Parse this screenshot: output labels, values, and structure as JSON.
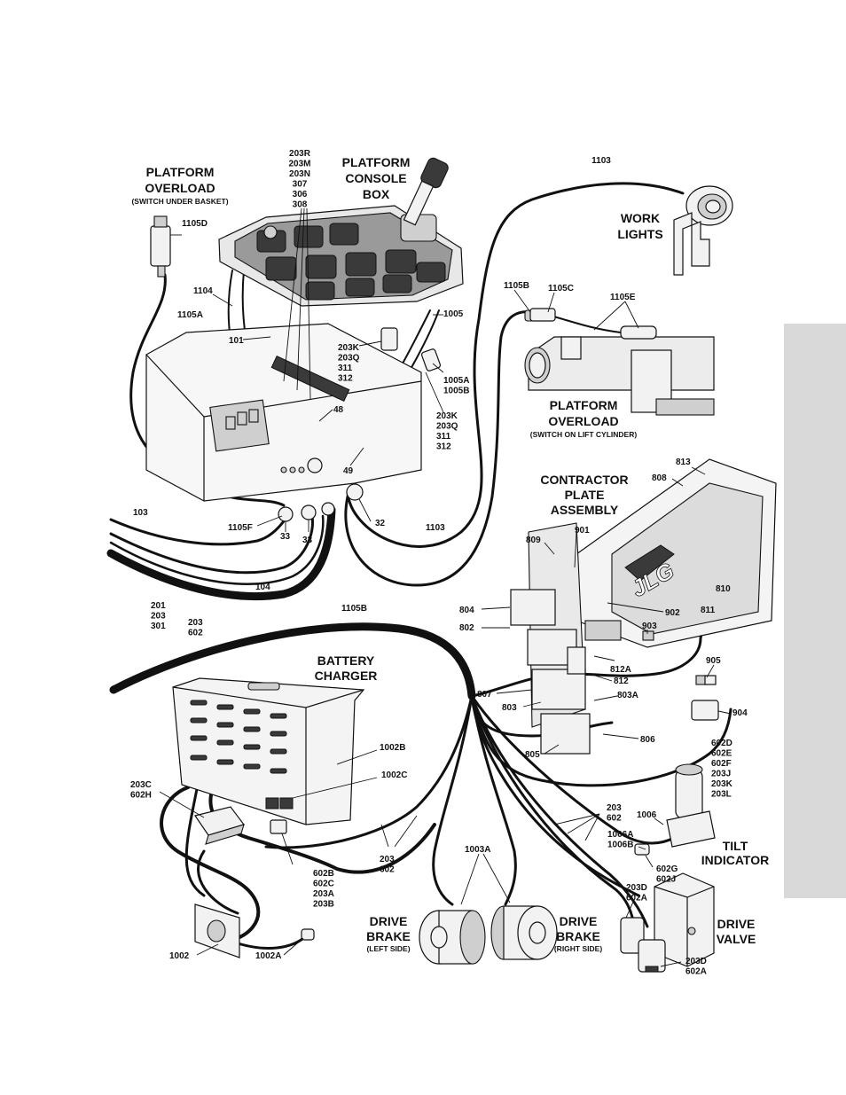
{
  "titles": {
    "platform_overload_top": [
      "PLATFORM",
      "OVERLOAD"
    ],
    "platform_overload_top_note": "(SWITCH UNDER BASKET)",
    "platform_console_box": [
      "PLATFORM",
      "CONSOLE",
      "BOX"
    ],
    "work_lights": [
      "WORK",
      "LIGHTS"
    ],
    "platform_overload_cyl": [
      "PLATFORM",
      "OVERLOAD"
    ],
    "platform_overload_cyl_note": "(SWITCH ON LIFT CYLINDER)",
    "contractor_plate": [
      "CONTRACTOR",
      "PLATE",
      "ASSEMBLY"
    ],
    "battery_charger": [
      "BATTERY",
      "CHARGER"
    ],
    "tilt_indicator": [
      "TILT",
      "INDICATOR"
    ],
    "drive_brake_left": [
      "DRIVE",
      "BRAKE"
    ],
    "drive_brake_left_note": "(LEFT SIDE)",
    "drive_brake_right": [
      "DRIVE",
      "BRAKE"
    ],
    "drive_brake_right_note": "(RIGHT SIDE)",
    "drive_valve": [
      "DRIVE",
      "VALVE"
    ],
    "brand_logo": "JLG"
  },
  "callouts": [
    {
      "id": "c-203r",
      "lines": [
        "203R",
        "203M",
        "203N",
        "307",
        "306",
        "308"
      ]
    },
    {
      "id": "c-1103-top",
      "lines": [
        "1103"
      ]
    },
    {
      "id": "c-1105d",
      "lines": [
        "1105D"
      ]
    },
    {
      "id": "c-1104",
      "lines": [
        "1104"
      ]
    },
    {
      "id": "c-1105a",
      "lines": [
        "1105A"
      ]
    },
    {
      "id": "c-101",
      "lines": [
        "101"
      ]
    },
    {
      "id": "c-1005",
      "lines": [
        "1005"
      ]
    },
    {
      "id": "c-203k-a",
      "lines": [
        "203K",
        "203Q",
        "311",
        "312"
      ]
    },
    {
      "id": "c-1005a",
      "lines": [
        "1005A",
        "1005B"
      ]
    },
    {
      "id": "c-203k-b",
      "lines": [
        "203K",
        "203Q",
        "311",
        "312"
      ]
    },
    {
      "id": "c-48",
      "lines": [
        "48"
      ]
    },
    {
      "id": "c-49",
      "lines": [
        "49"
      ]
    },
    {
      "id": "c-1105b-top",
      "lines": [
        "1105B"
      ]
    },
    {
      "id": "c-1105c",
      "lines": [
        "1105C"
      ]
    },
    {
      "id": "c-1105e",
      "lines": [
        "1105E"
      ]
    },
    {
      "id": "c-103",
      "lines": [
        "103"
      ]
    },
    {
      "id": "c-1105f",
      "lines": [
        "1105F"
      ]
    },
    {
      "id": "c-33a",
      "lines": [
        "33"
      ]
    },
    {
      "id": "c-33b",
      "lines": [
        "33"
      ]
    },
    {
      "id": "c-32",
      "lines": [
        "32"
      ]
    },
    {
      "id": "c-1103-mid",
      "lines": [
        "1103"
      ]
    },
    {
      "id": "c-104",
      "lines": [
        "104"
      ]
    },
    {
      "id": "c-201",
      "lines": [
        "201",
        "203",
        "301"
      ]
    },
    {
      "id": "c-1105b-bot",
      "lines": [
        "1105B"
      ]
    },
    {
      "id": "c-203-602",
      "lines": [
        "203",
        "602"
      ]
    },
    {
      "id": "c-813",
      "lines": [
        "813"
      ]
    },
    {
      "id": "c-808",
      "lines": [
        "808"
      ]
    },
    {
      "id": "c-809",
      "lines": [
        "809"
      ]
    },
    {
      "id": "c-901",
      "lines": [
        "901"
      ]
    },
    {
      "id": "c-810",
      "lines": [
        "810"
      ]
    },
    {
      "id": "c-804",
      "lines": [
        "804"
      ]
    },
    {
      "id": "c-902",
      "lines": [
        "902"
      ]
    },
    {
      "id": "c-811",
      "lines": [
        "811"
      ]
    },
    {
      "id": "c-802",
      "lines": [
        "802"
      ]
    },
    {
      "id": "c-903",
      "lines": [
        "903"
      ]
    },
    {
      "id": "c-812a",
      "lines": [
        "812A"
      ]
    },
    {
      "id": "c-812",
      "lines": [
        "812"
      ]
    },
    {
      "id": "c-905",
      "lines": [
        "905"
      ]
    },
    {
      "id": "c-807",
      "lines": [
        "807"
      ]
    },
    {
      "id": "c-803a",
      "lines": [
        "803A"
      ]
    },
    {
      "id": "c-803",
      "lines": [
        "803"
      ]
    },
    {
      "id": "c-904",
      "lines": [
        "904"
      ]
    },
    {
      "id": "c-806",
      "lines": [
        "806"
      ]
    },
    {
      "id": "c-805",
      "lines": [
        "805"
      ]
    },
    {
      "id": "c-602d",
      "lines": [
        "602D",
        "602E",
        "602F",
        "203J",
        "203K",
        "203L"
      ]
    },
    {
      "id": "c-1002b",
      "lines": [
        "1002B"
      ]
    },
    {
      "id": "c-1002c",
      "lines": [
        "1002C"
      ]
    },
    {
      "id": "c-203c",
      "lines": [
        "203C",
        "602H"
      ]
    },
    {
      "id": "c-203-602-r",
      "lines": [
        "203",
        "602"
      ]
    },
    {
      "id": "c-1006",
      "lines": [
        "1006"
      ]
    },
    {
      "id": "c-1006a",
      "lines": [
        "1006A",
        "1006B"
      ]
    },
    {
      "id": "c-203-602-b",
      "lines": [
        "203",
        "602"
      ]
    },
    {
      "id": "c-602b",
      "lines": [
        "602B",
        "602C",
        "203A",
        "203B"
      ]
    },
    {
      "id": "c-1003a",
      "lines": [
        "1003A"
      ]
    },
    {
      "id": "c-602g",
      "lines": [
        "602G",
        "602J"
      ]
    },
    {
      "id": "c-203d-a",
      "lines": [
        "203D",
        "602A"
      ]
    },
    {
      "id": "c-1002",
      "lines": [
        "1002"
      ]
    },
    {
      "id": "c-1002a",
      "lines": [
        "1002A"
      ]
    },
    {
      "id": "c-203d-b",
      "lines": [
        "203D",
        "602A"
      ]
    }
  ]
}
